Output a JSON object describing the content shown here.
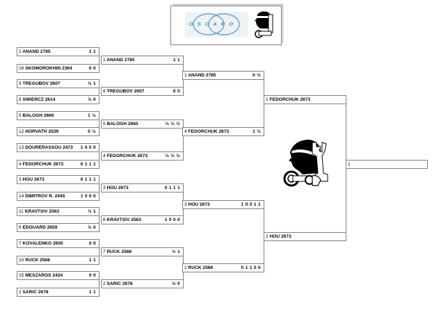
{
  "header": {
    "logo_text": "OSCARO",
    "logo_icon": "moor-head-chess-icon"
  },
  "round1": [
    {
      "seed": "1",
      "name": "ANAND",
      "rating": "2785",
      "score": "1 1"
    },
    {
      "seed": "16",
      "name": "SKOMOROKHIN",
      "rating": "2364",
      "score": "0 0"
    },
    {
      "seed": "9",
      "name": "TREGUBOV",
      "rating": "2607",
      "score": "½ 1"
    },
    {
      "seed": "8",
      "name": "SWIERCZ",
      "rating": "2614",
      "score": "½ 0"
    },
    {
      "seed": "5",
      "name": "BALOGH",
      "rating": "2660",
      "score": "1 ½"
    },
    {
      "seed": "12",
      "name": "HORVATH",
      "rating": "2539",
      "score": "0 ½"
    },
    {
      "seed": "13",
      "name": "DOURERASSOU",
      "rating": "2473",
      "score": "1 0 0 0"
    },
    {
      "seed": "4",
      "name": "FEDORCHUK",
      "rating": "2673",
      "score": "0 1 1 1"
    },
    {
      "seed": "3",
      "name": "HOU",
      "rating": "2673",
      "score": "0 1 1 1"
    },
    {
      "seed": "14",
      "name": "DIMITROV R.",
      "rating": "2445",
      "score": "1 0 0 0"
    },
    {
      "seed": "11",
      "name": "KRAVTSIV",
      "rating": "2563",
      "score": "½ 1"
    },
    {
      "seed": "6",
      "name": "EDOUARD",
      "rating": "2659",
      "score": "½ 0"
    },
    {
      "seed": "7",
      "name": "KOVALENKO",
      "rating": "2650",
      "score": "0 0"
    },
    {
      "seed": "10",
      "name": "RUCK",
      "rating": "2568",
      "score": "1 1"
    },
    {
      "seed": "15",
      "name": "MESZAROS",
      "rating": "2424",
      "score": "0 0"
    },
    {
      "seed": "2",
      "name": "SARIC",
      "rating": "2678",
      "score": "1 1"
    }
  ],
  "round2": [
    {
      "seed": "1",
      "name": "ANAND",
      "rating": "2785",
      "score": "1 1"
    },
    {
      "seed": "8",
      "name": "TREGUBOV",
      "rating": "2607",
      "score": "0 0"
    },
    {
      "seed": "5",
      "name": "BALOGH",
      "rating": "2660",
      "score": "½ ½ ½"
    },
    {
      "seed": "4",
      "name": "FEDORCHUK",
      "rating": "2673",
      "score": "½ ½ ½"
    },
    {
      "seed": "3",
      "name": "HOU",
      "rating": "2673",
      "score": "0 1 1 1"
    },
    {
      "seed": "6",
      "name": "KRAVTSIV",
      "rating": "2563",
      "score": "1 0 0 0"
    },
    {
      "seed": "7",
      "name": "RUCK",
      "rating": "2568",
      "score": "½ 1"
    },
    {
      "seed": "2",
      "name": "SARIC",
      "rating": "2678",
      "score": "½ 0"
    }
  ],
  "round3": [
    {
      "seed": "1",
      "name": "ANAND",
      "rating": "2785",
      "score": "0 ½"
    },
    {
      "seed": "4",
      "name": "FEDORCHUK",
      "rating": "2673",
      "score": "1 ½"
    },
    {
      "seed": "3",
      "name": "HOU",
      "rating": "2673",
      "score": "1 0 0 1 1"
    },
    {
      "seed": "2",
      "name": "RUCK",
      "rating": "2568",
      "score": "0 1 1 0 0"
    }
  ],
  "final": [
    {
      "seed": "1",
      "name": "FEDORCHUK",
      "rating": "2673",
      "score": ""
    },
    {
      "seed": "2",
      "name": "HOU",
      "rating": "2673",
      "score": ""
    }
  ],
  "champion": {
    "seed": "1",
    "name": "",
    "rating": "",
    "score": ""
  },
  "center_image": "moor-head-chess-trophy-icon"
}
